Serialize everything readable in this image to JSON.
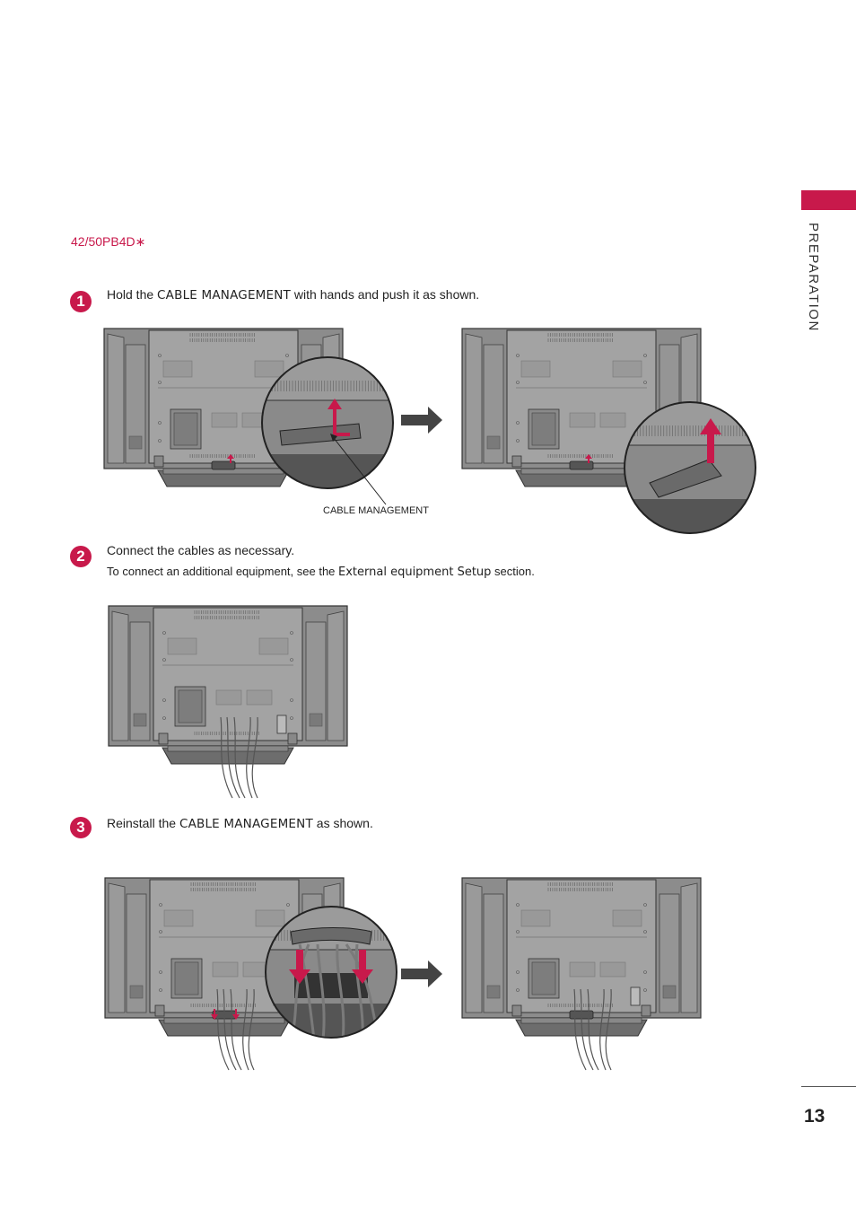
{
  "sidebar": {
    "section_label": "PREPARATION",
    "accent_color": "#c8194b"
  },
  "model_label": "42/50PB4D∗",
  "steps": [
    {
      "number": "1",
      "text_before": "Hold the ",
      "emphasis": "CABLE MANAGEMENT",
      "text_after": " with hands and push it as shown.",
      "callout_label": "CABLE MANAGEMENT"
    },
    {
      "number": "2",
      "text": "Connect the cables as necessary.",
      "sub_before": "To connect an additional equipment, see the ",
      "sub_emphasis": "External equipment Setup",
      "sub_after": " section."
    },
    {
      "number": "3",
      "text_before": "Reinstall the ",
      "emphasis": "CABLE MANAGEMENT",
      "text_after": " as shown."
    }
  ],
  "illustration_labels": {
    "clip_text": "CABLE MANAGEMENT"
  },
  "page_number": "13"
}
